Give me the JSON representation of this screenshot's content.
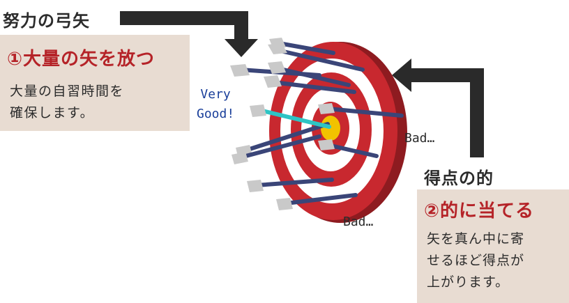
{
  "effort_arrow": {
    "heading": "努力の弓矢",
    "title": "①大量の矢を放つ",
    "body": "大量の自習時間を\n確保します。"
  },
  "target": {
    "heading": "得点の的",
    "title": "②的に当てる",
    "body": "矢を真ん中に寄\nせるほど得点が\n上がります。"
  },
  "annotations": {
    "very_good": "Very\nGood!",
    "bad_upper": "Bad…",
    "bad_lower": "Bad…"
  },
  "colors": {
    "target_red": "#c8282f",
    "target_white": "#ffffff",
    "bullseye": "#f2c200",
    "arrow_shaft": "#3a4578",
    "good_arrow": "#2ec4c4",
    "fletching": "#c9c9c9",
    "pointer": "#2a2a2a",
    "box_bg": "#e8dcd2",
    "title_red": "#b52328"
  }
}
